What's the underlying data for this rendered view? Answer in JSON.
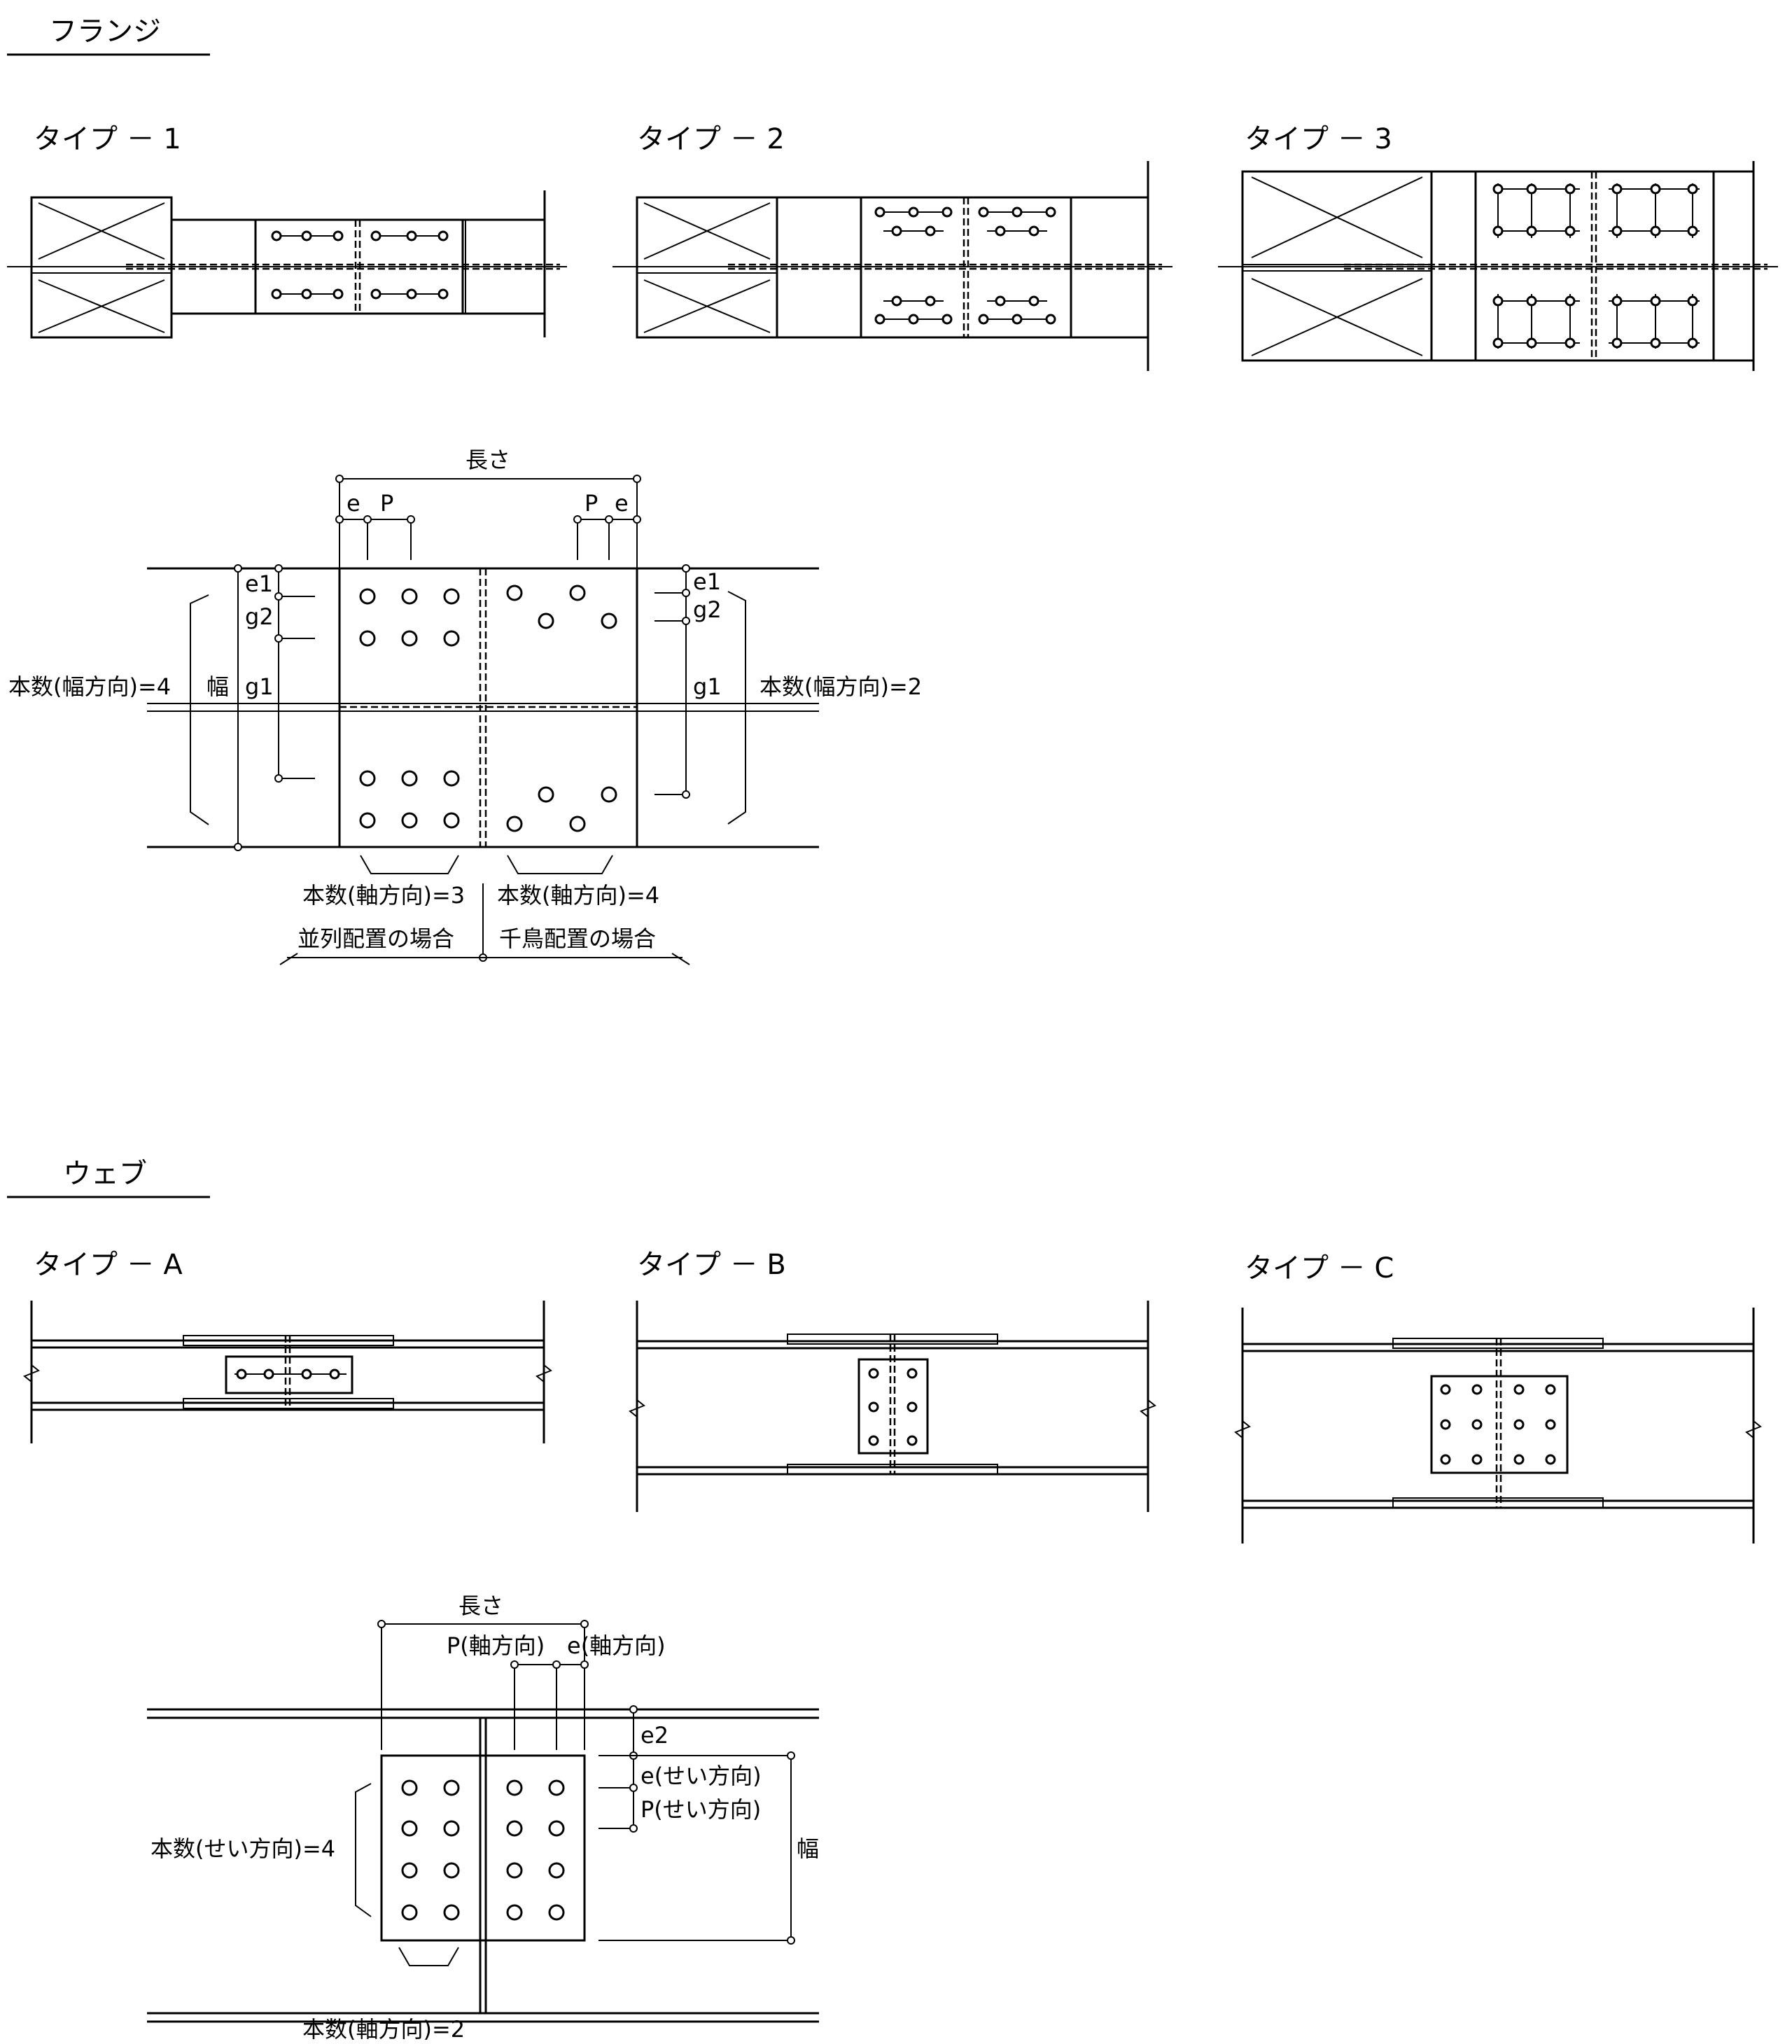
{
  "flange": {
    "heading": "フランジ",
    "types": [
      "タイプ － 1",
      "タイプ － 2",
      "タイプ － 3"
    ],
    "detail": {
      "length": "長さ",
      "e": "e",
      "p": "P",
      "e1": "e1",
      "g2": "g2",
      "g1": "g1",
      "width": "幅",
      "count_width_left": "本数(幅方向)=4",
      "count_width_right": "本数(幅方向)=2",
      "count_axial_left": "本数(軸方向)=3",
      "count_axial_right": "本数(軸方向)=4",
      "parallel": "並列配置の場合",
      "staggered": "千鳥配置の場合"
    }
  },
  "web": {
    "heading": "ウェブ",
    "types": [
      "タイプ － A",
      "タイプ － B",
      "タイプ － C"
    ],
    "detail": {
      "length": "長さ",
      "p_axial": "P(軸方向)",
      "e_axial": "e(軸方向)",
      "e2": "e2",
      "e_depth": "e(せい方向)",
      "p_depth": "P(せい方向)",
      "width": "幅",
      "count_depth": "本数(せい方向)=4",
      "count_axial": "本数(軸方向)=2"
    }
  }
}
